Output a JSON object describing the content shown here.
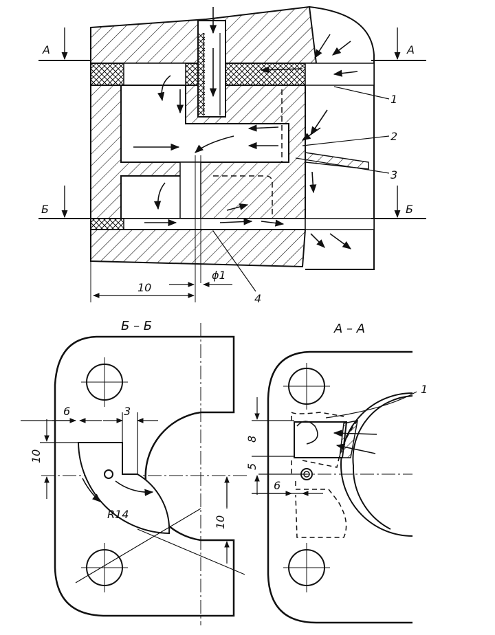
{
  "section_marks": {
    "a": "А",
    "b": "Б"
  },
  "callouts": {
    "c1": "1",
    "c2": "2",
    "c3": "3",
    "c4": "4"
  },
  "dimensions": {
    "main_width": "10",
    "hole_dia": "ϕ1",
    "bb_left_6": "6",
    "bb_left_3": "3",
    "bb_height_10": "10",
    "bb_radius": "R14",
    "bb_right_10": "10",
    "aa_8": "8",
    "aa_5": "5",
    "aa_6": "6"
  },
  "view_titles": {
    "bb": "Б – Б",
    "aa": "А – А"
  },
  "aa_callout": "1"
}
